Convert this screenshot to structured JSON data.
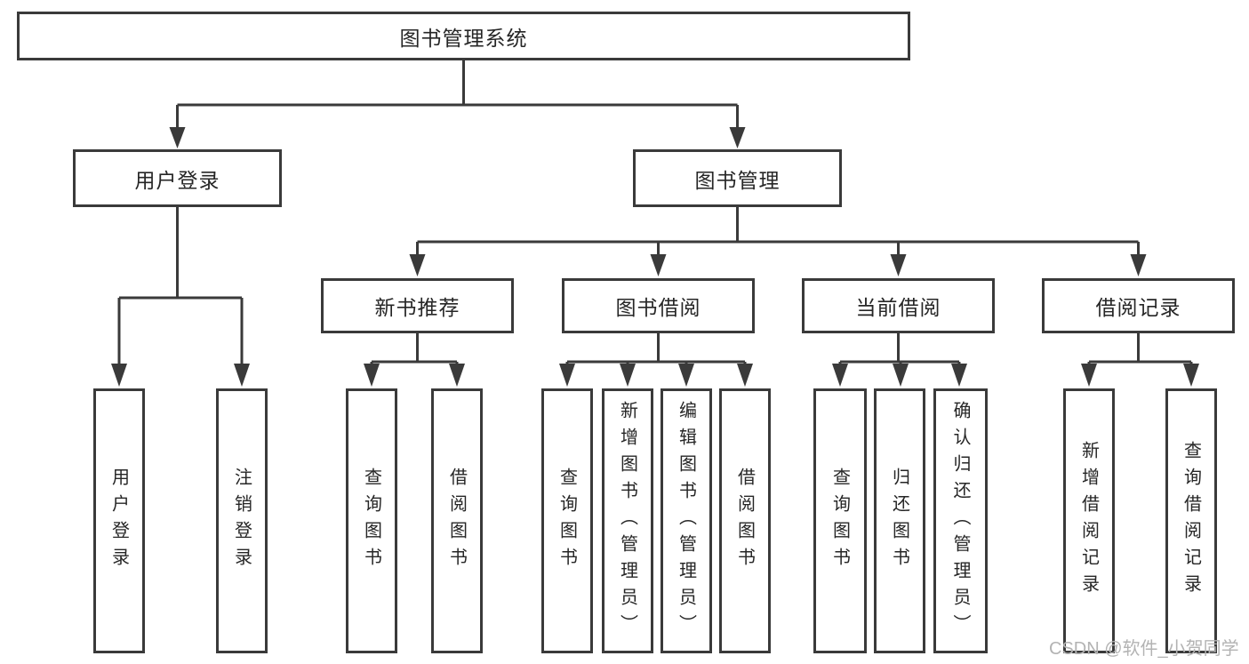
{
  "tree": {
    "label": "图书管理系统",
    "children": [
      {
        "label": "用户登录",
        "children": [
          {
            "label": "用户登录"
          },
          {
            "label": "注销登录"
          }
        ]
      },
      {
        "label": "图书管理",
        "children": [
          {
            "label": "新书推荐",
            "children": [
              {
                "label": "查询图书"
              },
              {
                "label": "借阅图书"
              }
            ]
          },
          {
            "label": "图书借阅",
            "children": [
              {
                "label": "查询图书"
              },
              {
                "label": "新增图书（管理员）"
              },
              {
                "label": "编辑图书（管理员）"
              },
              {
                "label": "借阅图书"
              }
            ]
          },
          {
            "label": "当前借阅",
            "children": [
              {
                "label": "查询图书"
              },
              {
                "label": "归还图书"
              },
              {
                "label": "确认归还（管理员）"
              }
            ]
          },
          {
            "label": "借阅记录",
            "children": [
              {
                "label": "新增借阅记录"
              },
              {
                "label": "查询借阅记录"
              }
            ]
          }
        ]
      }
    ]
  },
  "watermark": "CSDN @软件_小贺同学",
  "colors": {
    "line": "#3a3a3a",
    "text": "#262626",
    "background": "#ffffff",
    "watermark": "#b3b3b3"
  }
}
